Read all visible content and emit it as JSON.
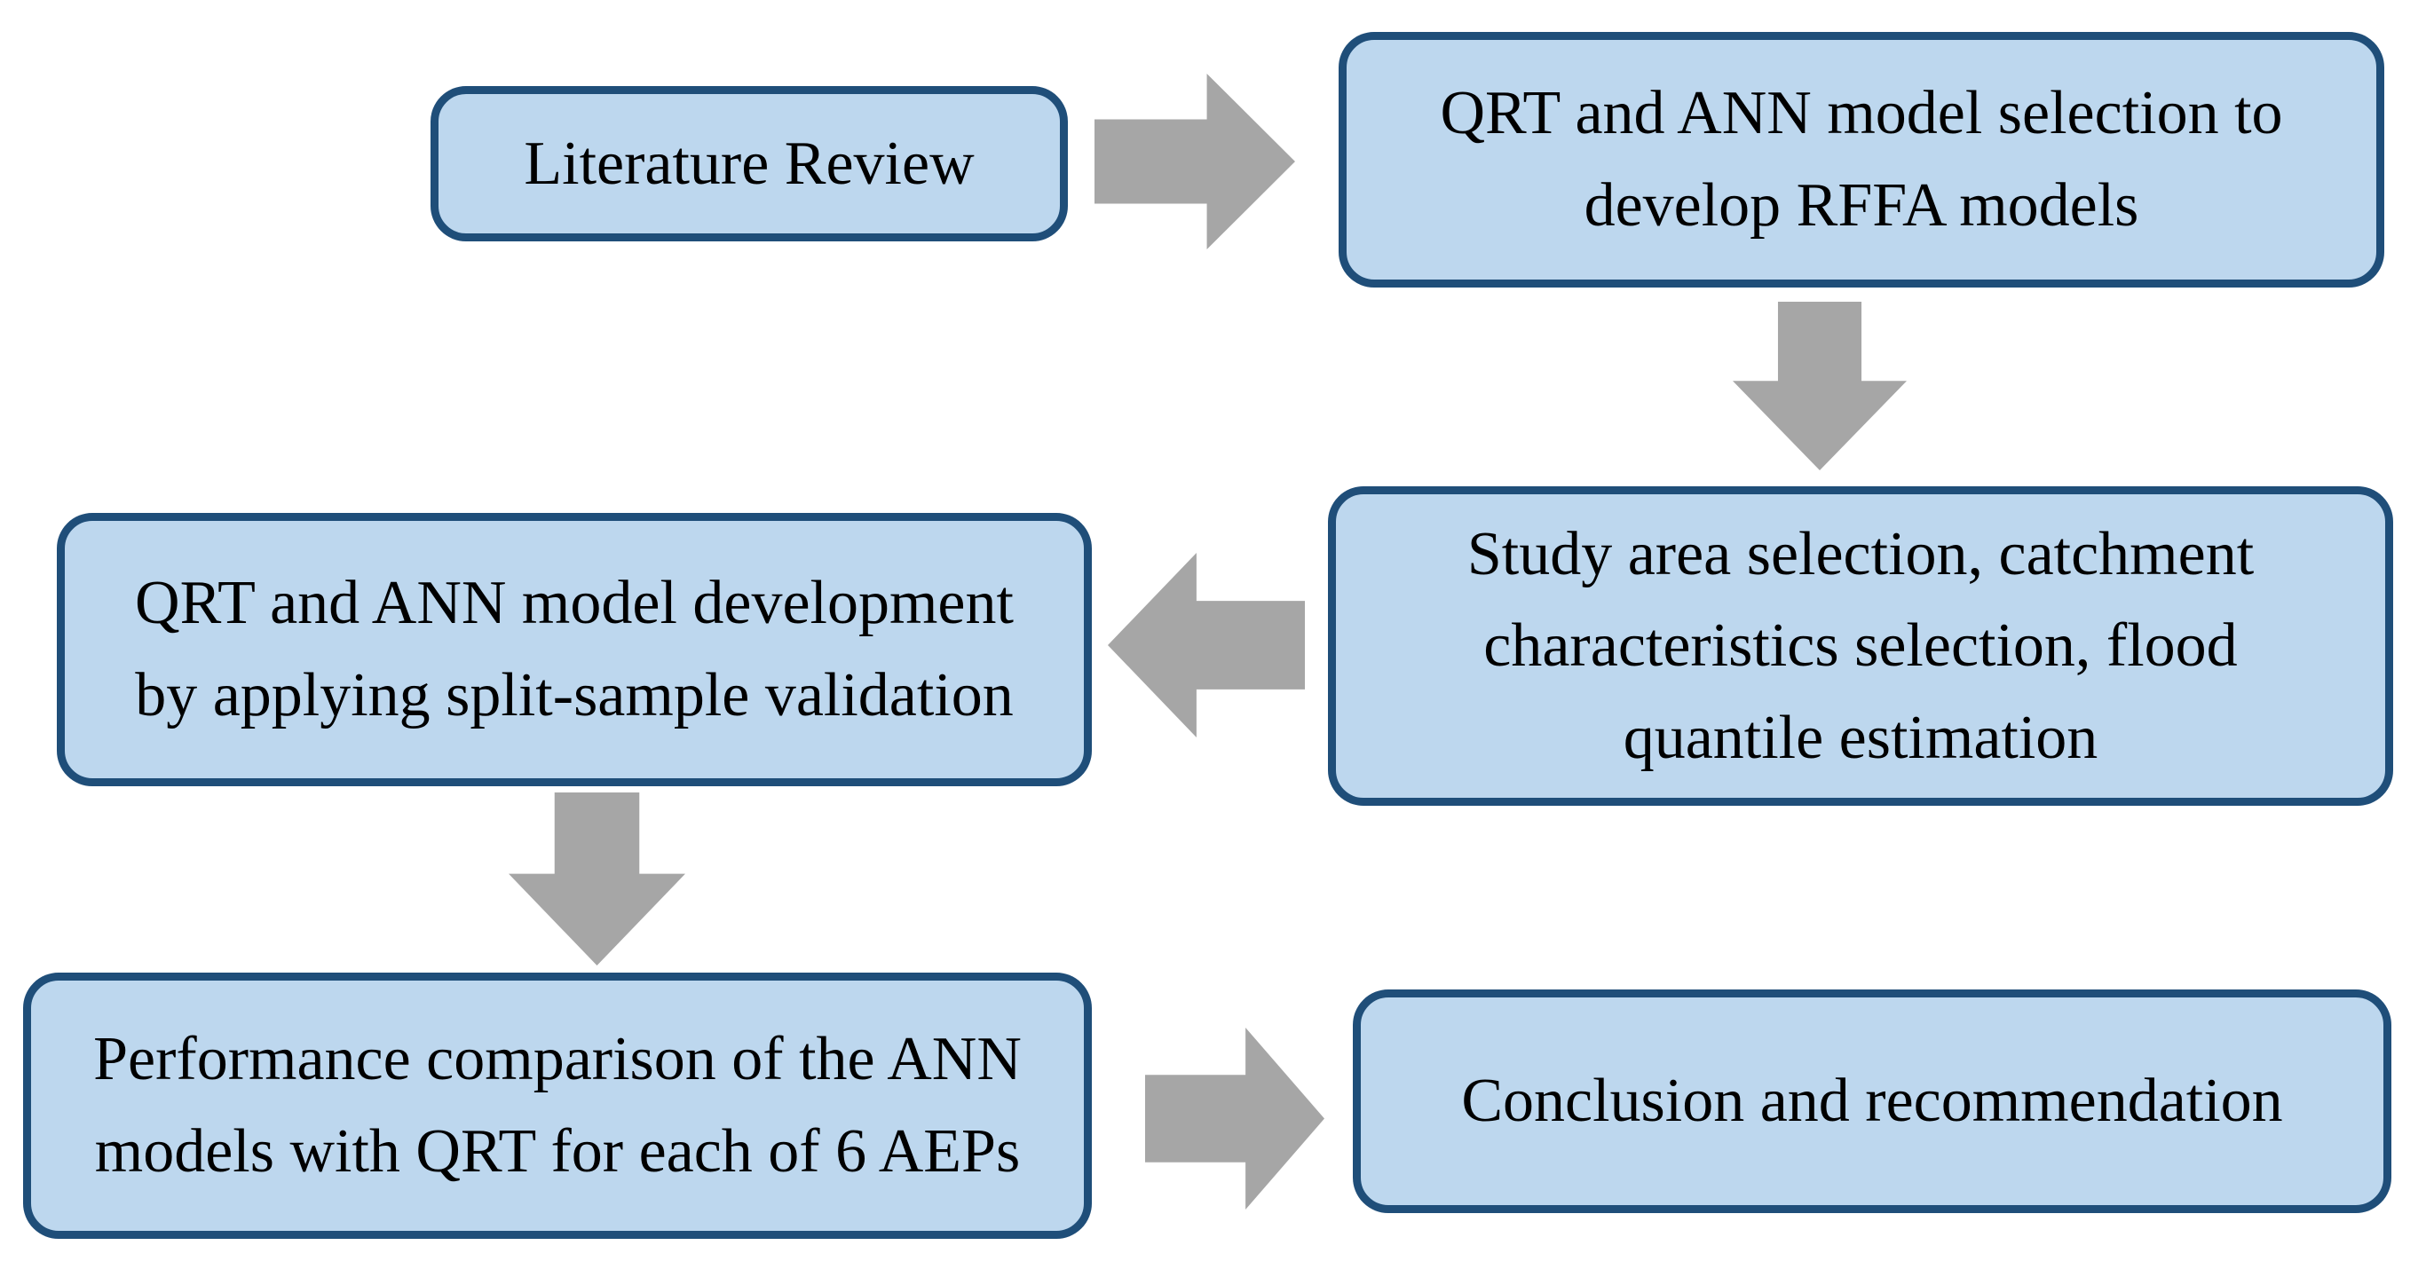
{
  "diagram": {
    "type": "flowchart",
    "colors": {
      "box_fill": "#BDD7EE",
      "box_border": "#1F4E79",
      "arrow": "#A6A6A6",
      "text": "#000000",
      "background": "#FFFFFF"
    },
    "nodes": [
      {
        "id": "literature-review",
        "label": "Literature Review"
      },
      {
        "id": "qrt-ann-model-selection",
        "label": "QRT and ANN model selection to\ndevelop RFFA models"
      },
      {
        "id": "study-area-selection",
        "label": "Study area selection, catchment\ncharacteristics selection, flood\nquantile estimation"
      },
      {
        "id": "qrt-ann-model-development",
        "label": "QRT and ANN model development\nby applying split-sample validation"
      },
      {
        "id": "performance-comparison",
        "label": "Performance comparison of the ANN\nmodels with QRT for each of 6 AEPs"
      },
      {
        "id": "conclusion-recommendation",
        "label": "Conclusion and recommendation"
      }
    ],
    "edges": [
      {
        "from": "literature-review",
        "to": "qrt-ann-model-selection",
        "direction": "right"
      },
      {
        "from": "qrt-ann-model-selection",
        "to": "study-area-selection",
        "direction": "down"
      },
      {
        "from": "study-area-selection",
        "to": "qrt-ann-model-development",
        "direction": "left"
      },
      {
        "from": "qrt-ann-model-development",
        "to": "performance-comparison",
        "direction": "down"
      },
      {
        "from": "performance-comparison",
        "to": "conclusion-recommendation",
        "direction": "right"
      }
    ]
  }
}
